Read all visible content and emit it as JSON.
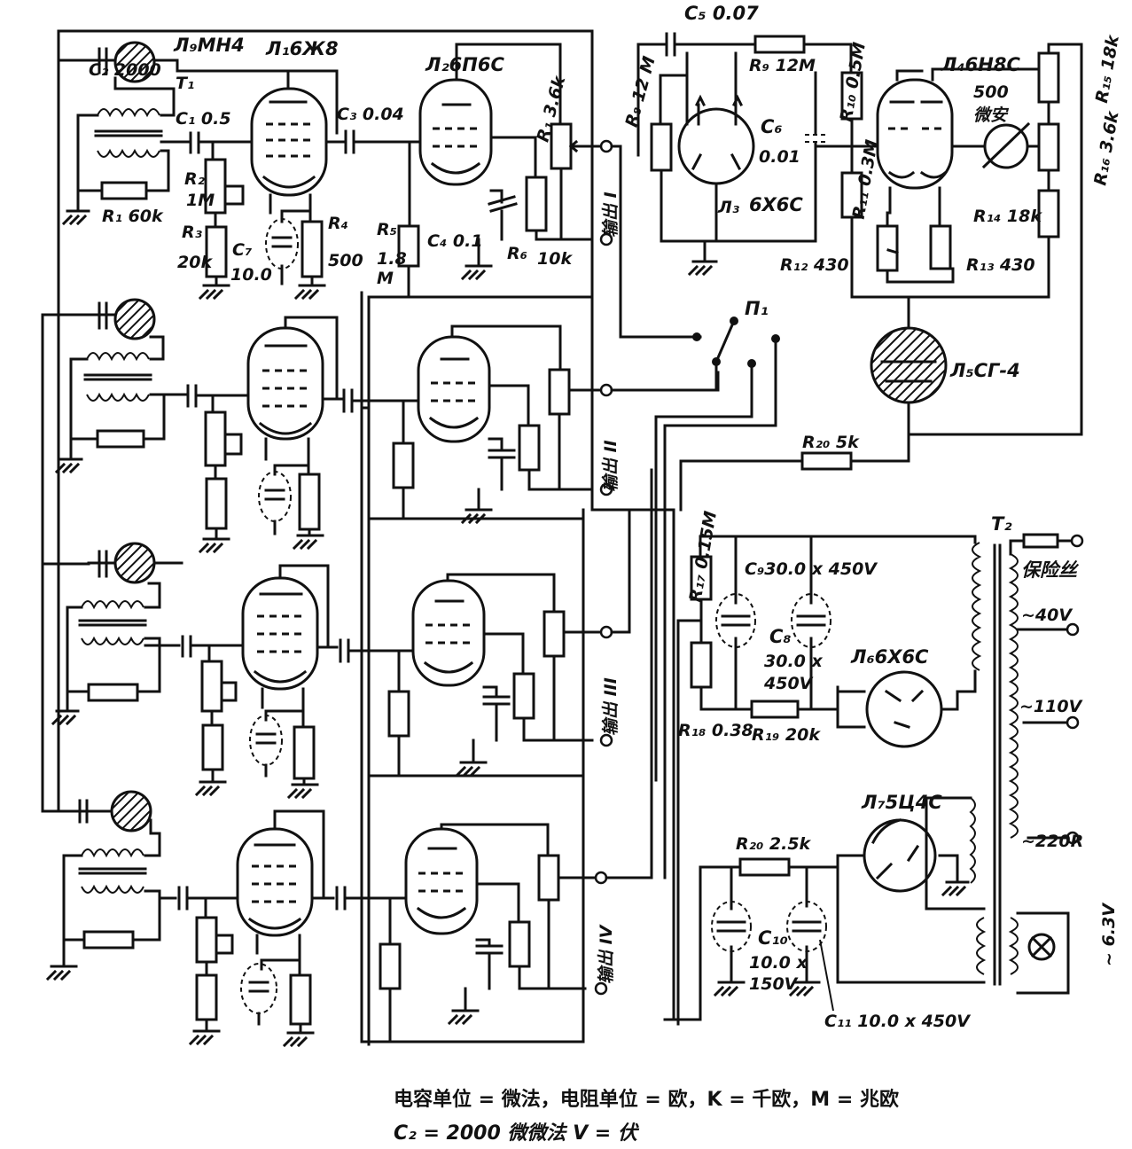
{
  "notes": {
    "line1": "电容单位 = 微法，电阻单位 = 欧，K = 千欧，M = 兆欧",
    "line2": "C₂ = 2000 微微法        V = 伏"
  },
  "tubes": {
    "L1": "Л₁6Ж8",
    "L2": "Л₂6П6С",
    "L3": "Л₃",
    "L3_type": "6Х6С",
    "L4": "Л₄6Н8С",
    "L5": "Л₅СГ-4",
    "L6": "Л₆6Х6С",
    "L7": "Л₇5Ц4С",
    "L9": "Л₉МН4"
  },
  "components": {
    "C1": "C₁ 0.5",
    "C2": "C₂ 2000",
    "C3": "C₃ 0.04",
    "C4": "C₄ 0.1",
    "C5": "C₅ 0.07",
    "C6": "C₆",
    "C6_val": "0.01",
    "C7": "C₇",
    "C7_val": "10.0",
    "C8": "C₈",
    "C8_val1": "30.0 x",
    "C8_val2": "450V",
    "C9": "C₉30.0 x 450V",
    "C10": "C₁₀",
    "C10_val1": "10.0 x",
    "C10_val2": "150V",
    "C11": "C₁₁ 10.0 x 450V",
    "R1": "R₁ 60k",
    "R1b": "R₁ 3.6k",
    "R2": "R₂",
    "R2_val": "1M",
    "R3": "R₃",
    "R3_val": "20k",
    "R4": "R₄",
    "R4_val": "500",
    "R5": "R₅",
    "R5_val1": "1.8",
    "R5_val2": "M",
    "R6": "R₆",
    "R6_val": "10k",
    "R8": "R₈ 12 M",
    "R9": "R₉ 12M",
    "R10": "R₁₀ 0.5M",
    "R11": "R₁₁ 0.3M",
    "R12": "R₁₂ 430",
    "R13": "R₁₃ 430",
    "R14": "R₁₄ 18k",
    "R15": "R₁₅ 18k",
    "R16": "R₁₆ 3.6k",
    "R17": "R₁₇ 0.15M",
    "R18": "R₁₈ 0.38",
    "R19": "R₁₉ 20k",
    "R20a": "R₂₀ 5k",
    "R20b": "R₂₀ 2.5k",
    "T1": "T₁",
    "T2": "T₂",
    "P1": "П₁",
    "meter1": "500",
    "meter2": "微安"
  },
  "outputs": {
    "out1": "输出 I",
    "out2": "输出 II",
    "out3": "输出 III",
    "out4": "输出 IV"
  },
  "transformer": {
    "fuse": "保险丝",
    "v40": "~40V",
    "v110": "~110V",
    "v220": "~220R",
    "v63": "~ 6.3V"
  }
}
